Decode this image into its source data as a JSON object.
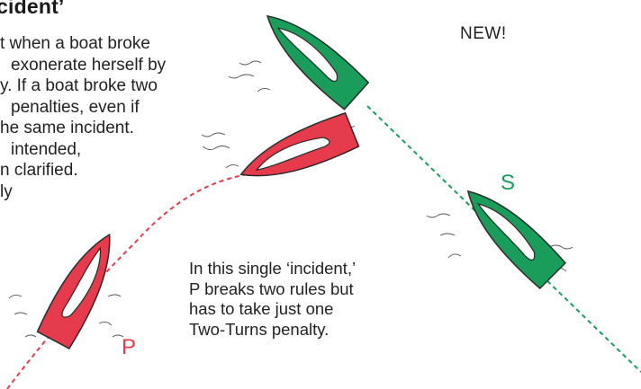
{
  "title": "cident’",
  "body_lines": [
    "t when a boat broke",
    "exonerate herself by",
    "y. If a boat broke two",
    "penalties, even if",
    "he same incident.",
    "intended,",
    "n clarified.",
    "ly"
  ],
  "new_label": "NEW!",
  "caption_lines": [
    "In this single ‘incident,’",
    "P breaks two rules but",
    "has to take just one",
    "Two-Turns penalty."
  ],
  "boat_labels": {
    "starboard": "S",
    "port": "P"
  },
  "colors": {
    "green_boat": "#1a9c5a",
    "red_boat": "#e53b4c",
    "outline": "#2a2a2a"
  }
}
